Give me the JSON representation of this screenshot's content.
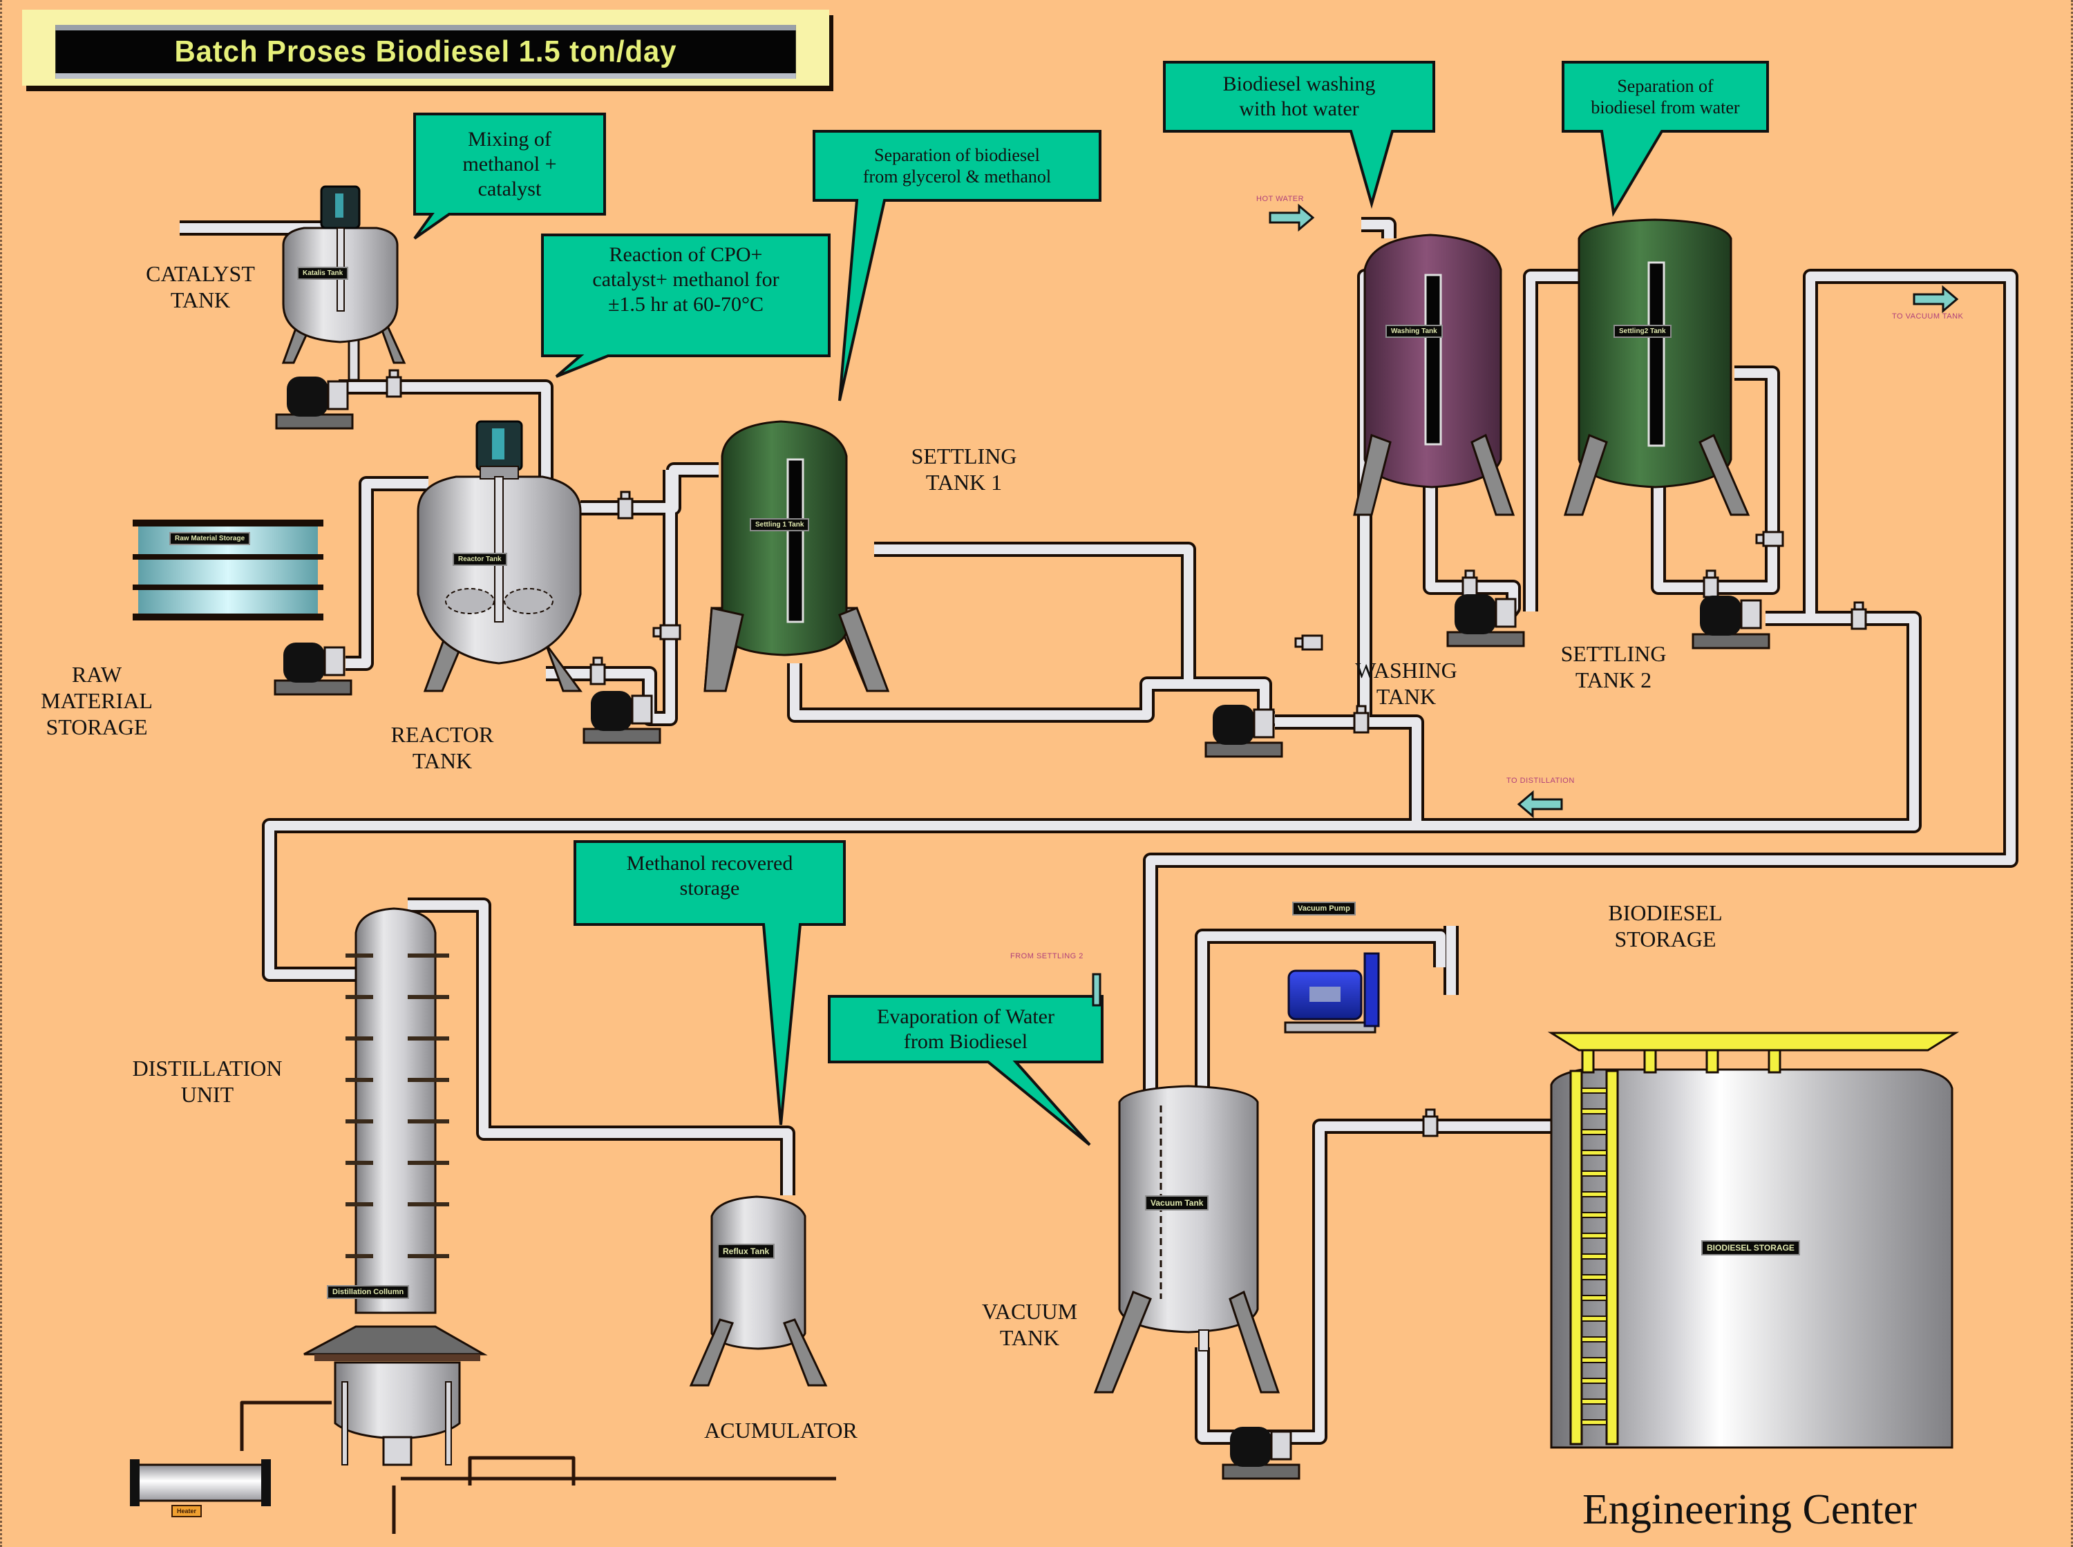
{
  "title": "Batch Proses Biodiesel 1.5 ton/day",
  "footer": "Engineering Center",
  "colors": {
    "background": "#fdc184",
    "callout": "#00c896",
    "pipe": "#e6e6ea",
    "settling_tank": "#3b6b3b",
    "washing_tank": "#6e4060",
    "raw_tank": "#9fd6dc",
    "vacuum_pump": "#1a2fc0",
    "ladder": "#f4f040"
  },
  "callouts": {
    "mixing": "Mixing of\nmethanol +\ncatalyst",
    "reaction": "Reaction of  CPO+\ncatalyst+ methanol for\n±1.5 hr at 60-70°C",
    "separation_glycerol": "Separation of biodiesel\nfrom glycerol & methanol",
    "washing": "Biodiesel washing\nwith hot water",
    "separation_water": "Separation of\nbiodiesel from water",
    "methanol_recovered": "Methanol recovered\nstorage",
    "evaporation": "Evaporation of Water\nfrom Biodiesel"
  },
  "equipment_labels": {
    "catalyst_tank": "CATALYST\nTANK",
    "raw_material": "RAW\nMATERIAL\nSTORAGE",
    "reactor_tank": "REACTOR\nTANK",
    "settling_tank_1": "SETTLING\nTANK 1",
    "washing_tank": "WASHING\nTANK",
    "settling_tank_2": "SETTLING\nTANK 2",
    "distillation_unit": "DISTILLATION\nUNIT",
    "accumulator": "ACUMULATOR",
    "vacuum_tank": "VACUUM\nTANK",
    "biodiesel_storage": "BIODIESEL\nSTORAGE"
  },
  "nameplates": {
    "catalyst": "Katalis Tank",
    "raw_material": "Raw Material Storage",
    "reactor": "Reactor Tank",
    "settling1": "Settling 1 Tank",
    "washing": "Washing Tank",
    "settling2": "Settling2 Tank",
    "distillation": "Distillation Collumn",
    "reflux": "Reflux Tank",
    "vacuum_tank": "Vacuum Tank",
    "vacuum_pump": "Vacuum Pump",
    "storage": "BIODIESEL STORAGE",
    "heater": "Heater"
  },
  "flow_labels": {
    "hot_water": "HOT WATER",
    "to_vacuum": "TO VACUUM TANK",
    "to_distillation": "TO DISTILLATION",
    "from_settling2": "FROM SETTLING 2"
  }
}
